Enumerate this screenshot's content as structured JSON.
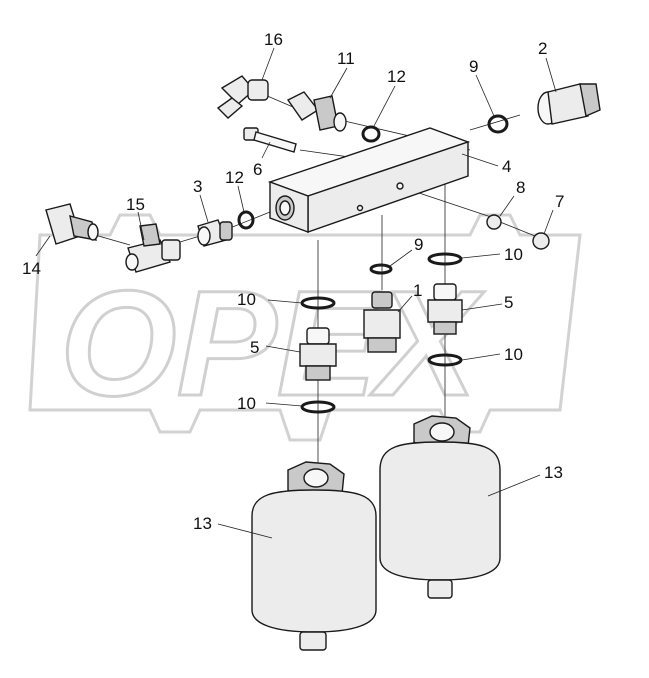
{
  "watermark": {
    "text": "OPEX"
  },
  "callouts": [
    {
      "id": "c16",
      "text": "16"
    },
    {
      "id": "c11",
      "text": "11"
    },
    {
      "id": "c12a",
      "text": "12"
    },
    {
      "id": "c9a",
      "text": "9"
    },
    {
      "id": "c2",
      "text": "2"
    },
    {
      "id": "c6",
      "text": "6"
    },
    {
      "id": "c4",
      "text": "4"
    },
    {
      "id": "c3",
      "text": "3"
    },
    {
      "id": "c12b",
      "text": "12"
    },
    {
      "id": "c8",
      "text": "8"
    },
    {
      "id": "c7",
      "text": "7"
    },
    {
      "id": "c15",
      "text": "15"
    },
    {
      "id": "c14",
      "text": "14"
    },
    {
      "id": "c9b",
      "text": "9"
    },
    {
      "id": "c10a",
      "text": "10"
    },
    {
      "id": "c10b",
      "text": "10"
    },
    {
      "id": "c1",
      "text": "1"
    },
    {
      "id": "c5a",
      "text": "5"
    },
    {
      "id": "c5b",
      "text": "5"
    },
    {
      "id": "c10c",
      "text": "10"
    },
    {
      "id": "c10d",
      "text": "10"
    },
    {
      "id": "c13a",
      "text": "13"
    },
    {
      "id": "c13b",
      "text": "13"
    }
  ]
}
